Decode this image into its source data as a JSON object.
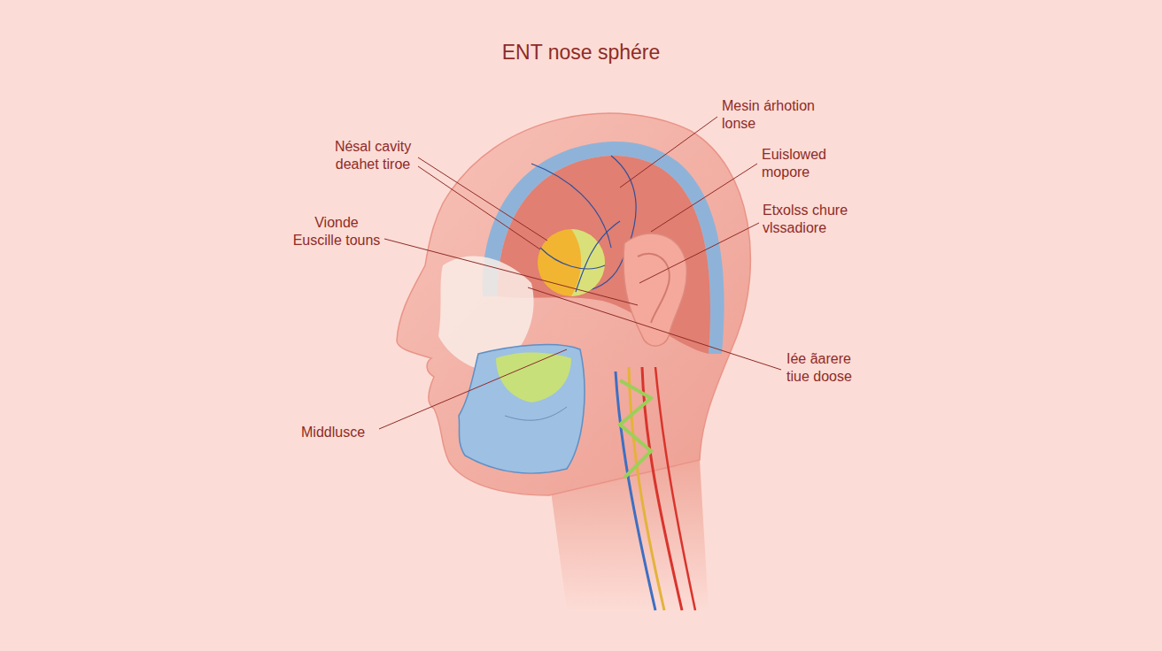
{
  "diagram": {
    "title": "ENT nose sphére",
    "labels": [
      "Nésal cavity deahet tiroe",
      "Vionde Euscille touns",
      "Mesin árhotion lonse",
      "Euislowed mopore",
      "Etxolss chure vlssadiore",
      "Iée ãarere tiue doose",
      "Middlusce"
    ]
  }
}
